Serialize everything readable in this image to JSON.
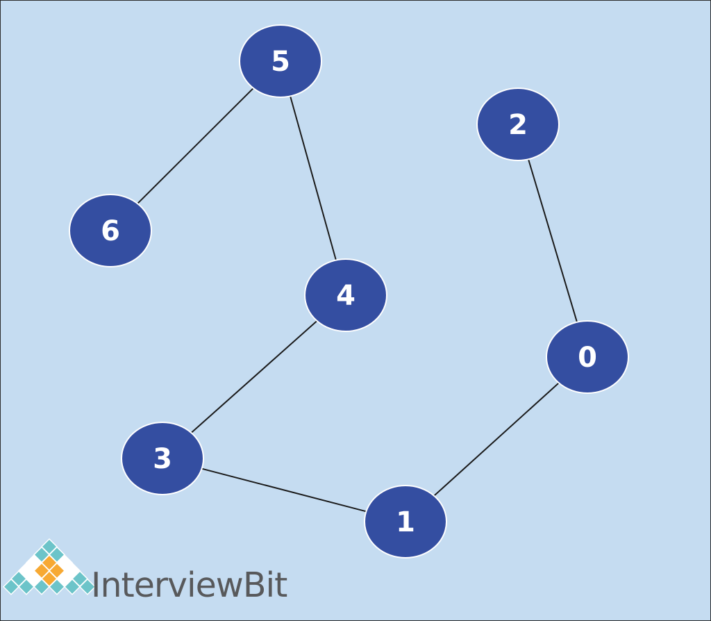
{
  "graph": {
    "nodes": [
      {
        "id": "5",
        "label": "5"
      },
      {
        "id": "2",
        "label": "2"
      },
      {
        "id": "6",
        "label": "6"
      },
      {
        "id": "4",
        "label": "4"
      },
      {
        "id": "0",
        "label": "0"
      },
      {
        "id": "3",
        "label": "3"
      },
      {
        "id": "1",
        "label": "1"
      }
    ],
    "edges": [
      {
        "from": "5",
        "to": "6"
      },
      {
        "from": "5",
        "to": "4"
      },
      {
        "from": "4",
        "to": "3"
      },
      {
        "from": "3",
        "to": "1"
      },
      {
        "from": "1",
        "to": "0"
      },
      {
        "from": "0",
        "to": "2"
      }
    ]
  },
  "brand": {
    "name_part1": "Interview",
    "name_part2": "Bit"
  },
  "colors": {
    "background": "#c5dcf1",
    "node_fill": "#344ea1",
    "node_stroke": "#ffffff",
    "edge": "#1a1a1a",
    "label": "#ffffff",
    "brand_text": "#58595b",
    "logo_orange": "#f7a933",
    "logo_teal": "#6cc4c9"
  }
}
